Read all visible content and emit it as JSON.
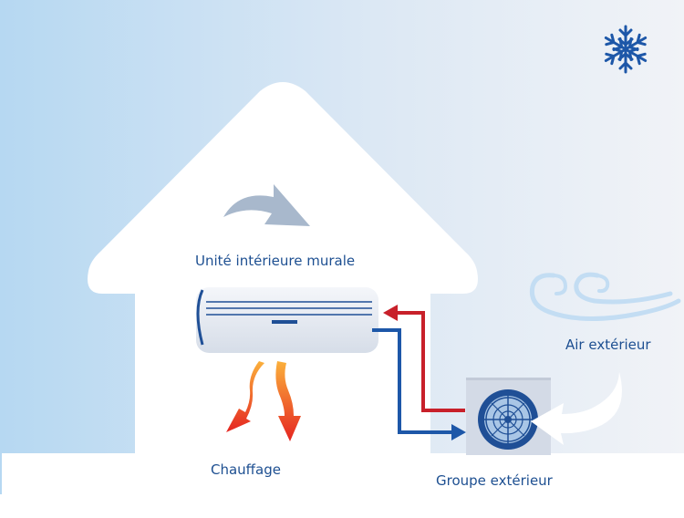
{
  "labels": {
    "indoor_unit": "Unité intérieure murale",
    "heating": "Chauffage",
    "outdoor_unit": "Groupe extérieur",
    "outdoor_air": "Air extérieur"
  },
  "icons": {
    "mode": "snowflake-icon",
    "circulation": "curved-arrow-icon",
    "wind": "wind-swirl-icon",
    "fan": "fan-icon"
  },
  "colors": {
    "sky_left": "#b6d8f2",
    "sky_right": "#f1f3f7",
    "house": "#ffffff",
    "label_blue": "#1d4f91",
    "hot_line": "#c8202a",
    "cold_line": "#1d57a8",
    "heat_gradient_top": "#fbb03b",
    "heat_gradient_bottom": "#e52521",
    "unit_outline": "#1f4f96",
    "outdoor_box": "#d3dae6",
    "wind": "#c3ddf3"
  }
}
